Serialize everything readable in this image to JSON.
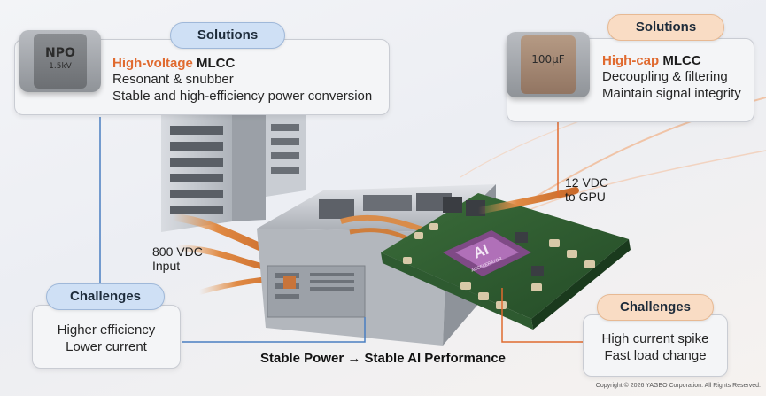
{
  "left_solutions": {
    "pill_label": "Solutions",
    "chip_mark_top": "NPO",
    "chip_mark_bottom": "1.5kV",
    "heading_accent": "High-voltage",
    "heading_rest": " MLCC",
    "lines": [
      "Resonant & snubber",
      "Stable and high-efficiency power conversion"
    ]
  },
  "right_solutions": {
    "pill_label": "Solutions",
    "chip_mark": "100μF",
    "heading_accent": "High-cap",
    "heading_rest": " MLCC",
    "lines": [
      "Decoupling & filtering",
      "Maintain signal integrity"
    ]
  },
  "left_challenges": {
    "pill_label": "Challenges",
    "lines": [
      "Higher efficiency",
      "Lower current"
    ]
  },
  "right_challenges": {
    "pill_label": "Challenges",
    "lines": [
      "High current spike",
      "Fast load change"
    ]
  },
  "labels": {
    "input_line1": "800 VDC",
    "input_line2": "Input",
    "output_line1": "12 VDC",
    "output_line2": "to GPU",
    "ai_chip_text": "AI",
    "ai_chip_sub": "ACCELERATOR"
  },
  "footer": {
    "title": "Stable Power → Stable AI Performance",
    "copyright": "Copyright © 2026 YAGEO Corporation. All Rights Reserved."
  },
  "colors": {
    "accent_orange": "#e06a2f",
    "pill_blue": "#cfe0f5",
    "pill_peach": "#f9dcc4",
    "connector_blue": "#4a7fc1",
    "connector_orange": "#e06a2f"
  }
}
